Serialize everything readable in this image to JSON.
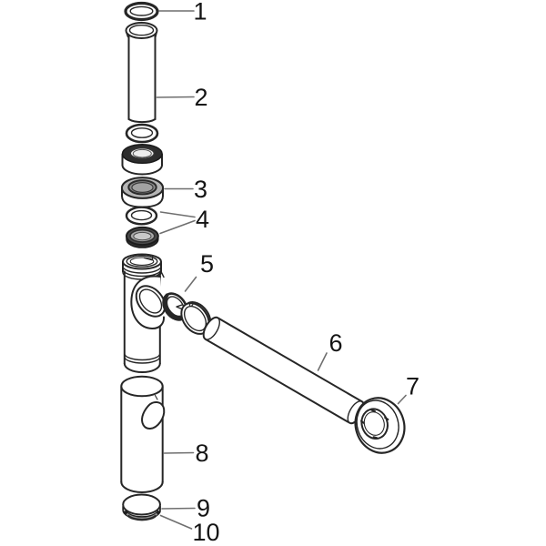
{
  "diagram": {
    "kind": "exploded-parts-diagram",
    "background_color": "#ffffff",
    "line_color": "#262626",
    "leader_line_color": "#6f6f6f",
    "label_color": "#141414",
    "dark_part_color": "#2d2d2d",
    "gray_part_color": "#aaaaaa",
    "labels": [
      {
        "text": "1"
      },
      {
        "text": "2"
      },
      {
        "text": "3"
      },
      {
        "text": "4"
      },
      {
        "text": "5"
      },
      {
        "text": "6"
      },
      {
        "text": "7"
      },
      {
        "text": "8"
      },
      {
        "text": "9"
      },
      {
        "text": "10"
      }
    ]
  }
}
